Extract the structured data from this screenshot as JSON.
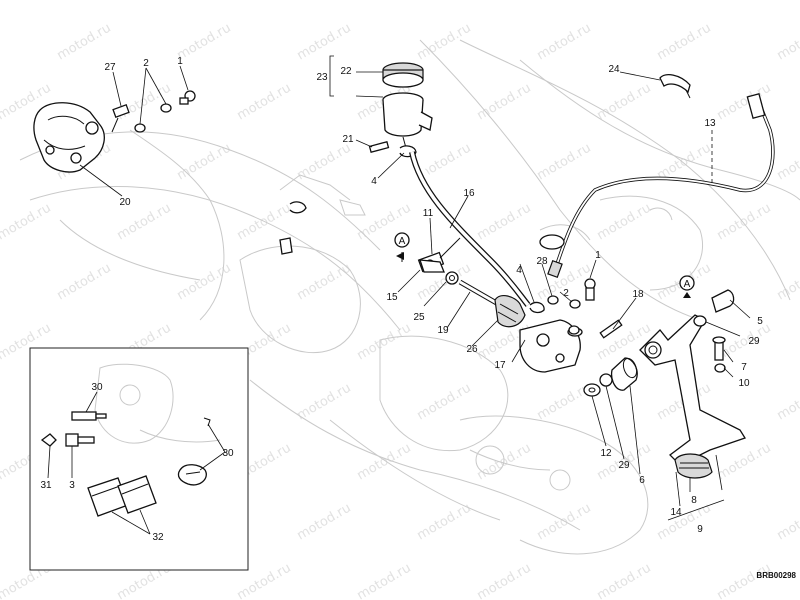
{
  "watermark": "motod.ru",
  "reference_code": "BRB00298",
  "arrow_letter": "A",
  "callouts": [
    {
      "id": "c27",
      "text": "27"
    },
    {
      "id": "c2a",
      "text": "2"
    },
    {
      "id": "c1a",
      "text": "1"
    },
    {
      "id": "c20",
      "text": "20"
    },
    {
      "id": "c23",
      "text": "23"
    },
    {
      "id": "c22",
      "text": "22"
    },
    {
      "id": "c21",
      "text": "21"
    },
    {
      "id": "c4a",
      "text": "4"
    },
    {
      "id": "c16",
      "text": "16"
    },
    {
      "id": "c11",
      "text": "11"
    },
    {
      "id": "c24",
      "text": "24"
    },
    {
      "id": "c13",
      "text": "13"
    },
    {
      "id": "c28",
      "text": "28"
    },
    {
      "id": "c4b",
      "text": "4"
    },
    {
      "id": "c1b",
      "text": "1"
    },
    {
      "id": "c2b",
      "text": "2"
    },
    {
      "id": "c15",
      "text": "15"
    },
    {
      "id": "c25",
      "text": "25"
    },
    {
      "id": "c19",
      "text": "19"
    },
    {
      "id": "c26",
      "text": "26"
    },
    {
      "id": "c17",
      "text": "17"
    },
    {
      "id": "c18",
      "text": "18"
    },
    {
      "id": "c5",
      "text": "5"
    },
    {
      "id": "c29a",
      "text": "29"
    },
    {
      "id": "c7",
      "text": "7"
    },
    {
      "id": "c10",
      "text": "10"
    },
    {
      "id": "c12",
      "text": "12"
    },
    {
      "id": "c29b",
      "text": "29"
    },
    {
      "id": "c6",
      "text": "6"
    },
    {
      "id": "c8",
      "text": "8"
    },
    {
      "id": "c14",
      "text": "14"
    },
    {
      "id": "c9",
      "text": "9"
    },
    {
      "id": "c30a",
      "text": "30"
    },
    {
      "id": "c30b",
      "text": "30"
    },
    {
      "id": "c31",
      "text": "31"
    },
    {
      "id": "c3",
      "text": "3"
    },
    {
      "id": "c32",
      "text": "32"
    }
  ]
}
